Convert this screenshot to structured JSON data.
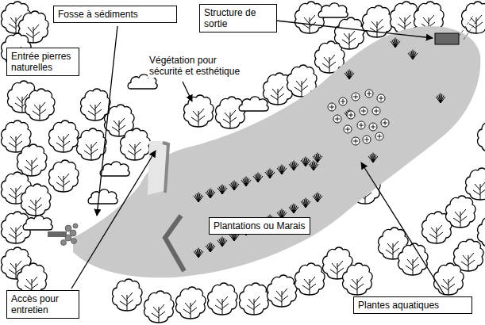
{
  "diagram": {
    "nodes": [
      {
        "text": [
          "Structure de sortie"
        ]
      },
      {
        "text": [
          "Fosse à sédiments"
        ]
      },
      {
        "text": [
          "Entrée pierres naturelles"
        ]
      },
      {
        "text": [
          "Plantations ou Marais"
        ]
      },
      {
        "text": [
          "Accès pour entretien"
        ]
      },
      {
        "text": [
          "Plantes aquatiques"
        ]
      }
    ],
    "edges": [],
    "labels": [
      "Végétation pour sécurité et esthétique"
    ]
  }
}
